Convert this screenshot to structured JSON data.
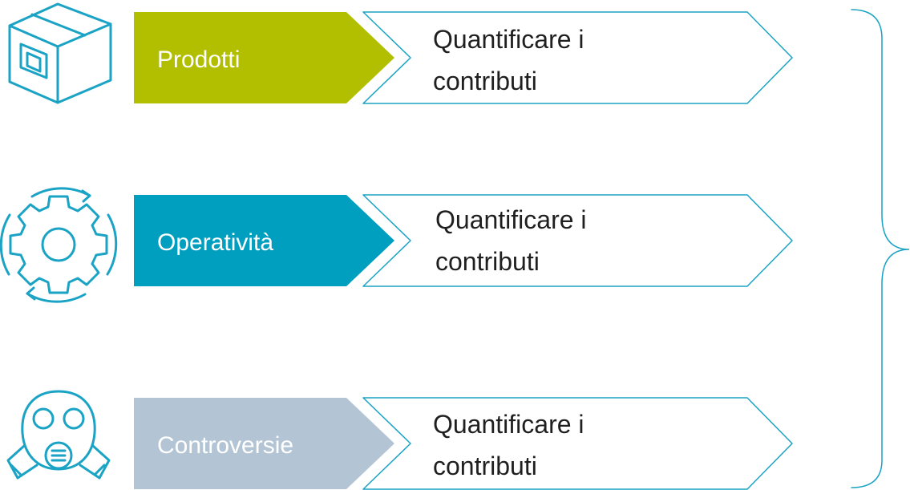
{
  "colors": {
    "icon": "#1aa3c4",
    "arrow_outline": "#1aa3c4",
    "brace": "#1aa3c4",
    "row1_fill": "#b2bf00",
    "row2_fill": "#009fbf",
    "row3_fill": "#b3c4d4"
  },
  "rows": [
    {
      "icon": "box-icon",
      "label": "Prodotti",
      "desc_line1": "Quantificare i",
      "desc_line2": "contributi"
    },
    {
      "icon": "gear-cycle-icon",
      "label": "Operatività",
      "desc_line1": "Quantificare i",
      "desc_line2": "contributi"
    },
    {
      "icon": "gas-mask-icon",
      "label": "Controversie",
      "desc_line1": "Quantificare i",
      "desc_line2": "contributi"
    }
  ]
}
